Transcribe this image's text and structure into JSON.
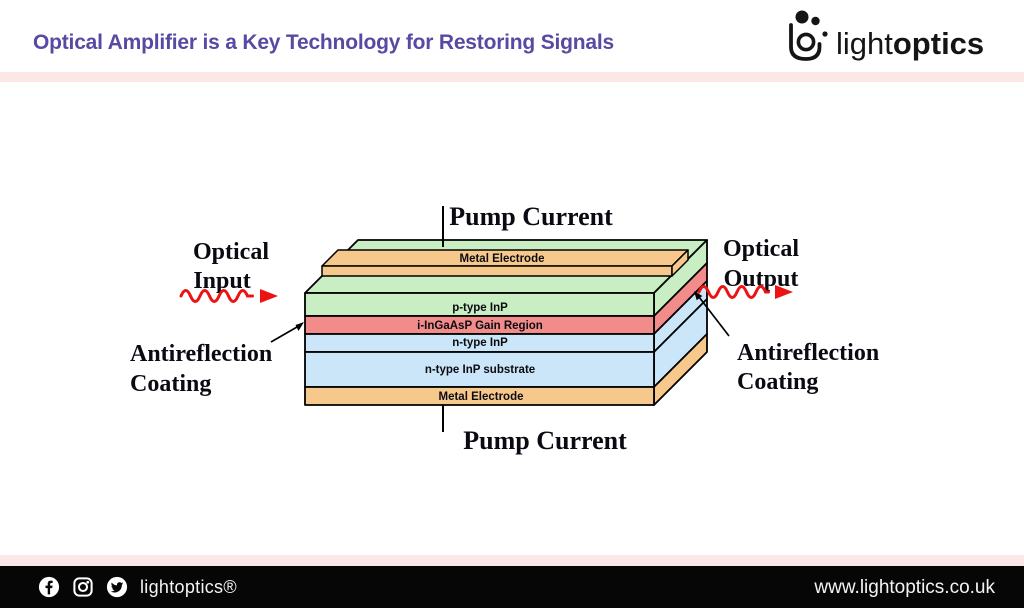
{
  "header": {
    "title": "Optical Amplifier is a Key Technology for Restoring Signals",
    "logo": {
      "text_light": "light",
      "text_bold": "optics"
    }
  },
  "diagram": {
    "labels": {
      "pump_current_top": "Pump Current",
      "pump_current_bottom": "Pump Current",
      "optical_input_line1": "Optical",
      "optical_input_line2": "Input",
      "optical_output_line1": "Optical",
      "optical_output_line2": "Output",
      "antireflection_left_line1": "Antireflection",
      "antireflection_left_line2": "Coating",
      "antireflection_right_line1": "Antireflection",
      "antireflection_right_line2": "Coating"
    },
    "layers": [
      {
        "name": "Metal Electrode",
        "color": "#f7c88b"
      },
      {
        "name": "p-type InP",
        "color": "#c9eec3"
      },
      {
        "name": "i-InGaAsP Gain Region",
        "color": "#f18c8b"
      },
      {
        "name": "n-type InP",
        "color": "#cbe6f8"
      },
      {
        "name": "n-type InP substrate",
        "color": "#cbe6f8"
      },
      {
        "name": "Metal Electrode",
        "color": "#f7c88b"
      }
    ],
    "colors": {
      "arrow_red": "#ec1313",
      "outline": "#000000"
    }
  },
  "footer": {
    "brand": "lightoptics®",
    "website": "www.lightoptics.co.uk",
    "icons": [
      "facebook-icon",
      "instagram-icon",
      "twitter-icon"
    ]
  },
  "theme": {
    "accent_purple": "#564aa2",
    "divider_pink": "#fbe7e5",
    "footer_bg": "#060606",
    "logo_black": "#151515"
  }
}
